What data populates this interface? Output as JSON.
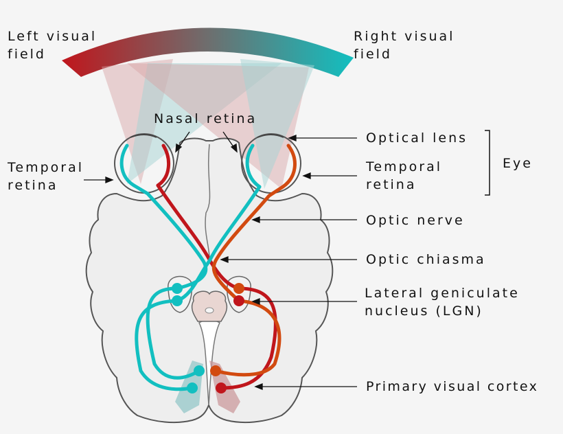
{
  "labels": {
    "left_visual_field": [
      "Left visual",
      "field"
    ],
    "right_visual_field": [
      "Right visual",
      "field"
    ],
    "nasal_retina": "Nasal retina",
    "temporal_retina_left": [
      "Temporal",
      "retina"
    ],
    "optical_lens": "Optical lens",
    "temporal_retina_right": [
      "Temporal",
      "retina"
    ],
    "eye": "Eye",
    "optic_nerve": "Optic nerve",
    "optic_chiasma": "Optic chiasma",
    "lgn": [
      "Lateral geniculate",
      "nucleus (LGN)"
    ],
    "primary_visual_cortex": "Primary visual cortex"
  },
  "colors": {
    "left_field": "#c0161c",
    "right_field": "#12bfc0",
    "right_pathway_orange": "#d24a10",
    "brain_fill": "#eeeeee",
    "outline": "#555555"
  }
}
